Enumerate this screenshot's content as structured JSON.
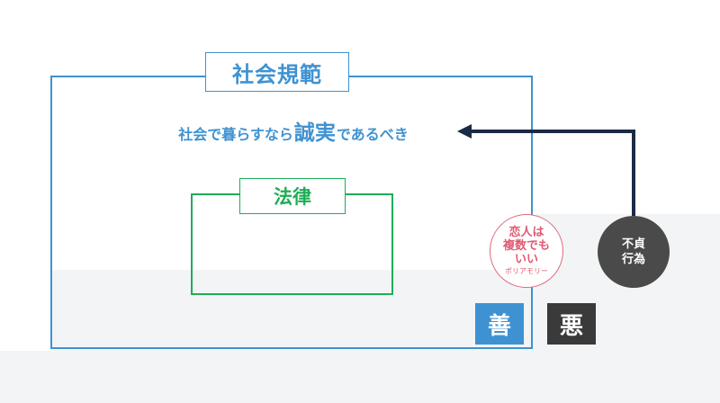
{
  "social_norms": {
    "label": "社会規範",
    "sentence_prefix": "社会で暮らすなら",
    "sentence_emphasis": "誠実",
    "sentence_suffix": "であるべき"
  },
  "law": {
    "label": "法律"
  },
  "polyamory": {
    "line1": "恋人は",
    "line2": "複数でも",
    "line3": "いい",
    "line4": "ポリアモリー"
  },
  "affair": {
    "line1": "不貞",
    "line2": "行為"
  },
  "tags": {
    "good": "善",
    "evil": "悪"
  },
  "colors": {
    "social_blue": "#3f92d1",
    "law_green": "#1fad56",
    "polyamory_pink": "#e05a72",
    "affair_gray": "#4a4a4a",
    "arrow_navy": "#1a2b45"
  }
}
